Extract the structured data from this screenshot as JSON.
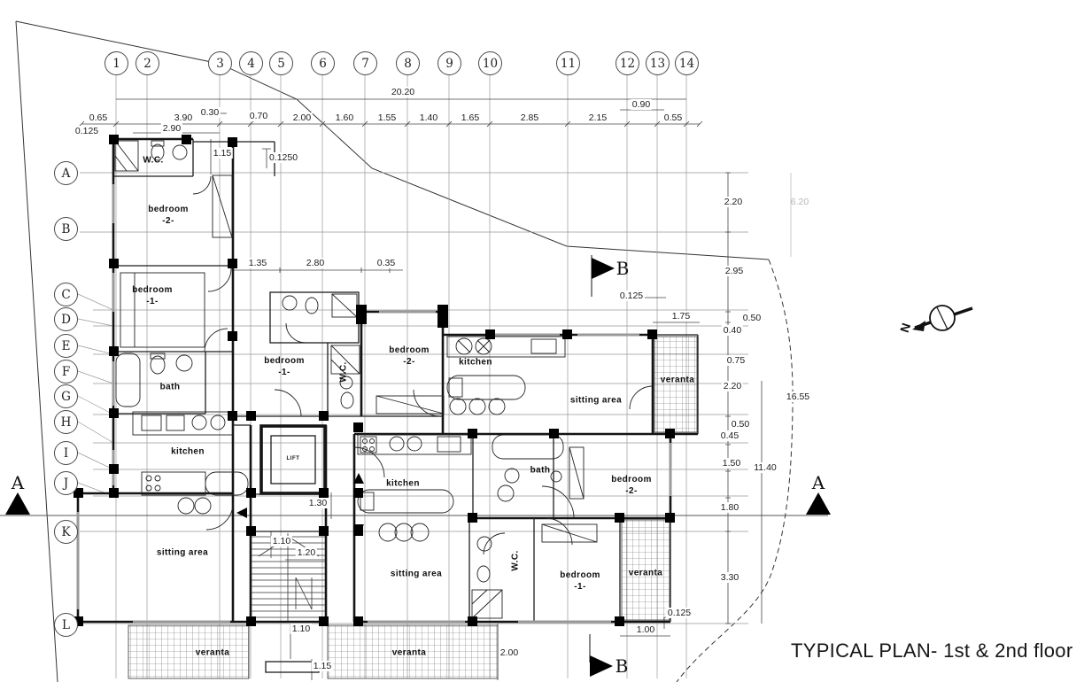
{
  "title": "TYPICAL PLAN- 1st & 2nd floor",
  "grid": {
    "columns": [
      "1",
      "2",
      "3",
      "4",
      "5",
      "6",
      "7",
      "8",
      "9",
      "10",
      "11",
      "12",
      "13",
      "14"
    ],
    "rows": [
      "A",
      "B",
      "C",
      "D",
      "E",
      "F",
      "G",
      "H",
      "I",
      "J",
      "K",
      "L"
    ]
  },
  "rooms": [
    {
      "n": "W.C."
    },
    {
      "n": "bedroom",
      "s": "-2-"
    },
    {
      "n": "bedroom",
      "s": "-1-"
    },
    {
      "n": "bath"
    },
    {
      "n": "kitchen"
    },
    {
      "n": "bedroom",
      "s": "-1-"
    },
    {
      "n": "W.C."
    },
    {
      "n": "bedroom",
      "s": "-2-"
    },
    {
      "n": "kitchen"
    },
    {
      "n": "sitting area"
    },
    {
      "n": "veranta"
    },
    {
      "n": "LIFT"
    },
    {
      "n": "kitchen"
    },
    {
      "n": "bath"
    },
    {
      "n": "bedroom",
      "s": "-2-"
    },
    {
      "n": "sitting area"
    },
    {
      "n": "sitting area"
    },
    {
      "n": "W.C."
    },
    {
      "n": "bedroom",
      "s": "-1-"
    },
    {
      "n": "veranta"
    },
    {
      "n": "veranta"
    },
    {
      "n": "veranta"
    }
  ],
  "dims": [
    "20.20",
    "0.30",
    "0.70",
    "0.90",
    "0.65",
    "3.90",
    "2.00",
    "1.60",
    "1.55",
    "1.40",
    "1.65",
    "2.85",
    "2.15",
    "0.55",
    "0.125",
    "2.90",
    "1.15",
    "0.1250",
    "1.35",
    "2.80",
    "0.35",
    "2.20",
    "6.20",
    "2.95",
    "0.125",
    "1.75",
    "0.50",
    "0.40",
    "0.75",
    "2.20",
    "16.55",
    "0.50",
    "0.45",
    "1.50",
    "11.40",
    "1.80",
    "3.30",
    "0.125",
    "1.00",
    "2.00",
    "1.10",
    "1.20",
    "1.30",
    "1.10",
    "1.15"
  ],
  "markers": {
    "section_a": "A",
    "section_b": "B"
  },
  "north": {
    "label": "N"
  },
  "colors": {
    "wall": "#141414",
    "grid": "#999999",
    "dim": "#1b1b1b",
    "hatch": "#555555"
  }
}
